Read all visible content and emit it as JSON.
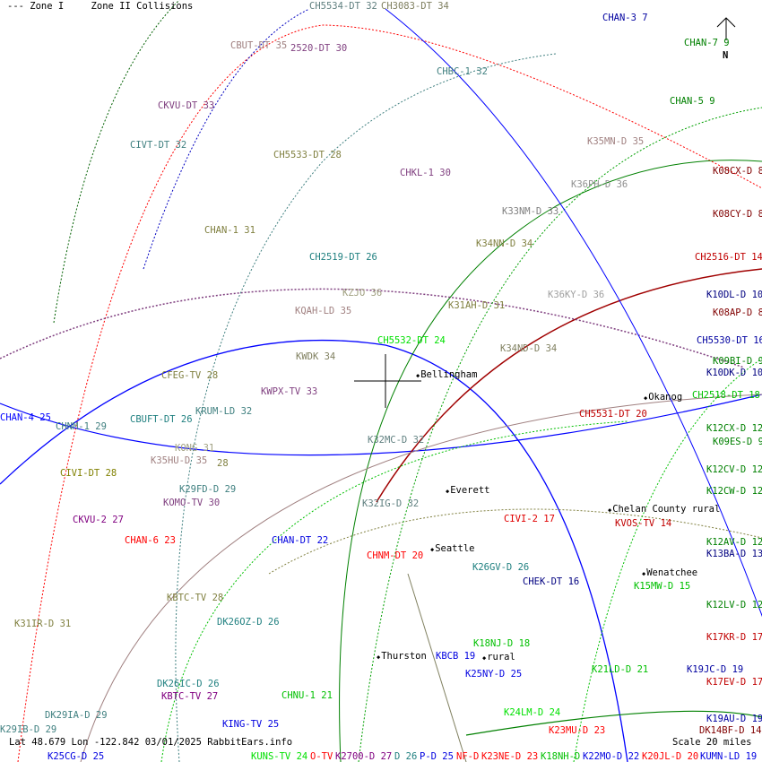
{
  "legend": {
    "zone1": "--- Zone I",
    "zone2": "Zone II Collisions"
  },
  "compass": {
    "label": "N"
  },
  "footer": {
    "coords": "Lat 48.679 Lon -122.842 03/01/2025 RabbitEars.info",
    "scale": "Scale 20 miles"
  },
  "cities": [
    "Bellingham",
    "Okanog",
    "Everett",
    "Chelan County rural",
    "Seattle",
    "Wenatchee",
    "Thurston",
    "rural"
  ],
  "stations": [
    {
      "t": "CH5534-DT 32",
      "c": "#5f7f7f"
    },
    {
      "t": "CH3083-DT 34",
      "c": "#7f7f5f"
    },
    {
      "t": "CBUT-DT 35",
      "c": "#a08080"
    },
    {
      "t": "2520-DT 30",
      "c": "#804080"
    },
    {
      "t": "CHAN-3 7",
      "c": "#0000a0"
    },
    {
      "t": "CHAN-7 9",
      "c": "#008000"
    },
    {
      "t": "CHBC-1 32",
      "c": "#408080"
    },
    {
      "t": "CHAN-5 9",
      "c": "#008000"
    },
    {
      "t": "CKVU-DT 33",
      "c": "#804080"
    },
    {
      "t": "CIVT-DT 32",
      "c": "#408080"
    },
    {
      "t": "K35MN-D 35",
      "c": "#a08080"
    },
    {
      "t": "CH5533-DT 28",
      "c": "#808040"
    },
    {
      "t": "CHKL-1 30",
      "c": "#804080"
    },
    {
      "t": "K08CX-D 8",
      "c": "#800000"
    },
    {
      "t": "K36PH-D 36",
      "c": "#909090"
    },
    {
      "t": "K33NM-D 33",
      "c": "#808080"
    },
    {
      "t": "K08CY-D 8",
      "c": "#800000"
    },
    {
      "t": "CHAN-1 31",
      "c": "#808040"
    },
    {
      "t": "K34NN-D 34",
      "c": "#808040"
    },
    {
      "t": "CH2516-DT 14",
      "c": "#c00000"
    },
    {
      "t": "CH2519-DT 26",
      "c": "#208080"
    },
    {
      "t": "KZJO 36",
      "c": "#a0a080"
    },
    {
      "t": "K36KY-D 36",
      "c": "#a0a0a0"
    },
    {
      "t": "K10DL-D 10",
      "c": "#000080"
    },
    {
      "t": "K31AH-D 31",
      "c": "#808040"
    },
    {
      "t": "KQAH-LD 35",
      "c": "#a08080"
    },
    {
      "t": "K08AP-D 8",
      "c": "#800000"
    },
    {
      "t": "CH5532-DT 24",
      "c": "#00e000"
    },
    {
      "t": "CH5530-DT 16",
      "c": "#0000a0"
    },
    {
      "t": "K34ND-D 34",
      "c": "#808060"
    },
    {
      "t": "KWDK 34",
      "c": "#808060"
    },
    {
      "t": "K09BI-D 9",
      "c": "#008000"
    },
    {
      "t": "K10DK-D 10",
      "c": "#000080"
    },
    {
      "t": "CFEG-TV 28",
      "c": "#808040"
    },
    {
      "t": "KWPX-TV 33",
      "c": "#804080"
    },
    {
      "t": "CH2518-DT 18",
      "c": "#00c000"
    },
    {
      "t": "CHAN-4 25",
      "c": "#0000ff"
    },
    {
      "t": "CH5531-DT 20",
      "c": "#c00000"
    },
    {
      "t": "KRUM-LD 32",
      "c": "#408080"
    },
    {
      "t": "CHNM-1 29",
      "c": "#408080"
    },
    {
      "t": "CBUFT-DT 26",
      "c": "#208080"
    },
    {
      "t": "K12CX-D 12",
      "c": "#008000"
    },
    {
      "t": "K09ES-D 9",
      "c": "#008000"
    },
    {
      "t": "K32MC-D 32",
      "c": "#608080"
    },
    {
      "t": "KONG 31",
      "c": "#a0a080"
    },
    {
      "t": "K35HU-D 35",
      "c": "#a08080"
    },
    {
      "t": "28",
      "c": "#808040"
    },
    {
      "t": "CIVI-DT 28",
      "c": "#808000"
    },
    {
      "t": "K12CV-D 12",
      "c": "#008000"
    },
    {
      "t": "K12CW-D 12",
      "c": "#008000"
    },
    {
      "t": "K29FD-D 29",
      "c": "#408080"
    },
    {
      "t": "KOMO-TV 30",
      "c": "#804080"
    },
    {
      "t": "K32IG-D 32",
      "c": "#608080"
    },
    {
      "t": "CIVI-2 17",
      "c": "#e00000"
    },
    {
      "t": "KVOS-TV 14",
      "c": "#c00000"
    },
    {
      "t": "CKVU-2 27",
      "c": "#800080"
    },
    {
      "t": "CHAN-6 23",
      "c": "#ff0000"
    },
    {
      "t": "CHAN-DT 22",
      "c": "#0000e0"
    },
    {
      "t": "K12AV-D 12",
      "c": "#008000"
    },
    {
      "t": "K13BA-D 13",
      "c": "#000080"
    },
    {
      "t": "CHNM-DT 20",
      "c": "#ff0000"
    },
    {
      "t": "K26GV-D 26",
      "c": "#208080"
    },
    {
      "t": "CHEK-DT 16",
      "c": "#000080"
    },
    {
      "t": "K15MW-D 15",
      "c": "#00c000"
    },
    {
      "t": "KBTC-TV 28",
      "c": "#808040"
    },
    {
      "t": "K12LV-D 12",
      "c": "#008000"
    },
    {
      "t": "DK26OZ-D 26",
      "c": "#208080"
    },
    {
      "t": "K31IR-D 31",
      "c": "#808040"
    },
    {
      "t": "KBCB 19",
      "c": "#0000e0"
    },
    {
      "t": "K18NJ-D 18",
      "c": "#00c000"
    },
    {
      "t": "K17KR-D 17",
      "c": "#c00000"
    },
    {
      "t": "K21LD-D 21",
      "c": "#00c000"
    },
    {
      "t": "K25NY-D 25",
      "c": "#0000e0"
    },
    {
      "t": "K19JC-D 19",
      "c": "#0000a0"
    },
    {
      "t": "K17EV-D 17",
      "c": "#c00000"
    },
    {
      "t": "DK26IC-D 26",
      "c": "#208080"
    },
    {
      "t": "KBTC-TV 27",
      "c": "#800080"
    },
    {
      "t": "CHNU-1 21",
      "c": "#00c000"
    },
    {
      "t": "K24LM-D 24",
      "c": "#00e000"
    },
    {
      "t": "DK29IA-D 29",
      "c": "#408080"
    },
    {
      "t": "K19AU-D 19",
      "c": "#0000a0"
    },
    {
      "t": "KING-TV 25",
      "c": "#0000e0"
    },
    {
      "t": "K29IB-D 29",
      "c": "#408080"
    },
    {
      "t": "K23MU-D 23",
      "c": "#ff0000"
    },
    {
      "t": "DK14BF-D 14",
      "c": "#800000"
    },
    {
      "t": "K25CG-D 25",
      "c": "#0000e0"
    },
    {
      "t": "KUNS-TV 24",
      "c": "#00e000"
    },
    {
      "t": "O-TV",
      "c": "#ff0000"
    },
    {
      "t": "K2700-D 27",
      "c": "#800080"
    },
    {
      "t": "D 26",
      "c": "#208080"
    },
    {
      "t": "P-D 25",
      "c": "#0000e0"
    },
    {
      "t": "NF-D",
      "c": "#ff0000"
    },
    {
      "t": "K23NE-D 23",
      "c": "#ff0000"
    },
    {
      "t": "K18NH-D",
      "c": "#00c000"
    },
    {
      "t": "K22MO-D 22",
      "c": "#0000e0"
    },
    {
      "t": "K20JL-D 20",
      "c": "#ff0000"
    },
    {
      "t": "KUMN-LD 19",
      "c": "#0000e0"
    }
  ]
}
